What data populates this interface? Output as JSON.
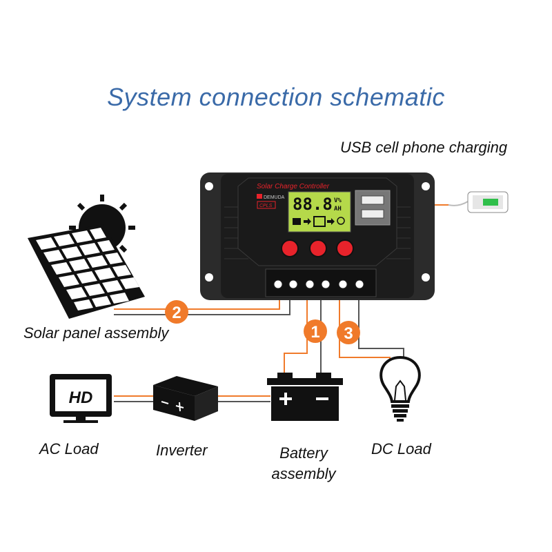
{
  "title": "System connection schematic",
  "labels": {
    "usb": "USB cell phone charging",
    "solar": "Solar panel assembly",
    "ac_load": "AC Load",
    "inverter": "Inverter",
    "battery_line1": "Battery",
    "battery_line2": "assembly",
    "dc_load": "DC Load"
  },
  "controller": {
    "heading": "Solar Charge Controller",
    "brand": "DEMUDA",
    "model": "CPLS",
    "lcd_digits": "88.8",
    "lcd_unit_top": "V%",
    "lcd_unit_bottom": "AH"
  },
  "tv_text": "HD",
  "badges": [
    "1",
    "2",
    "3"
  ],
  "colors": {
    "wire_orange": "#f07a2a",
    "title_blue": "#3a6aa8",
    "button_red": "#e8232b",
    "lcd_green": "#b5d94a"
  }
}
